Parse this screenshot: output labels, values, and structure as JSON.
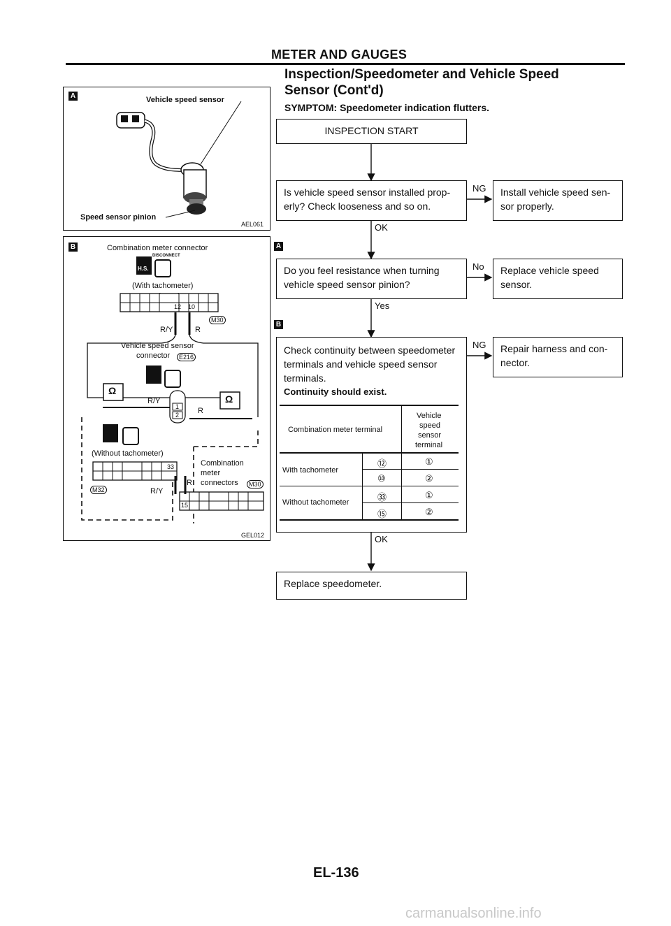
{
  "header": {
    "section": "METER AND GAUGES"
  },
  "title": {
    "line1": "Inspection/Speedometer and Vehicle Speed",
    "line2": "Sensor (Cont'd)"
  },
  "symptom": "SYMPTOM: Speedometer indication flutters.",
  "figA": {
    "badge": "A",
    "label_sensor": "Vehicle speed sensor",
    "label_pinion": "Speed sensor pinion",
    "code": "AEL061"
  },
  "figB": {
    "badge": "B",
    "title": "Combination meter connector",
    "disconnect": "DISCONNECT",
    "hs": "H.S.",
    "with_tach": "(With tachometer)",
    "pin12": "12",
    "pin10": "10",
    "m30": "M30",
    "ry1": "R/Y",
    "r1": "R",
    "vss_conn": "Vehicle speed sensor",
    "vss_conn2": "connector",
    "e216": "E216",
    "ohm": "Ω",
    "ry2": "R/Y",
    "r2": "R",
    "pin1": "1",
    "pin2": "2",
    "without_tach": "(Without tachometer)",
    "pin33": "33",
    "pin15": "15",
    "comb1": "Combination",
    "comb2": "meter",
    "comb3": "connectors",
    "m30b": "M30",
    "m32": "M32",
    "ry3": "R/Y",
    "r3": "R",
    "code": "GEL012"
  },
  "flow": {
    "start": "INSPECTION START",
    "q1_line1": "Is vehicle speed sensor installed prop-",
    "q1_line2": "erly? Check looseness and so on.",
    "q1_no": "NG",
    "q1_action_line1": "Install vehicle speed sen-",
    "q1_action_line2": "sor properly.",
    "q1_yes": "OK",
    "badgeA": "A",
    "q2_line1": "Do you feel resistance when turning",
    "q2_line2": "vehicle speed sensor pinion?",
    "q2_no": "No",
    "q2_action_line1": "Replace vehicle speed",
    "q2_action_line2": "sensor.",
    "q2_yes": "Yes",
    "badgeB": "B",
    "q3_line1": "Check continuity between speedometer",
    "q3_line2": "terminals and vehicle speed sensor",
    "q3_line3": "terminals.",
    "q3_line4": "Continuity should exist.",
    "q3_no": "NG",
    "q3_action_line1": "Repair harness and con-",
    "q3_action_line2": "nector.",
    "q3_yes": "OK",
    "end": "Replace speedometer."
  },
  "table": {
    "col1": "Combination meter terminal",
    "col2_l1": "Vehicle",
    "col2_l2": "speed",
    "col2_l3": "sensor",
    "col2_l4": "terminal",
    "rows": [
      {
        "group": "With tachometer",
        "meter": "⑫",
        "sensor": "①"
      },
      {
        "group": "",
        "meter": "⑩",
        "sensor": "②"
      },
      {
        "group": "Without tachometer",
        "meter": "㉝",
        "sensor": "①"
      },
      {
        "group": "",
        "meter": "⑮",
        "sensor": "②"
      }
    ]
  },
  "footer": {
    "page": "EL-136",
    "watermark": "carmanualsonline.info"
  }
}
